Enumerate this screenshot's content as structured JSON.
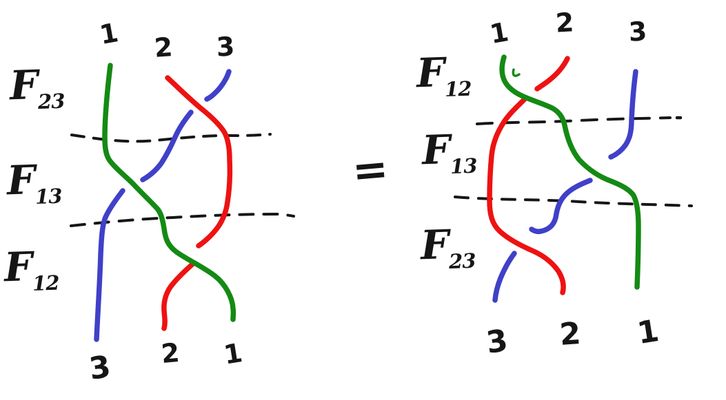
{
  "colors": {
    "background": "#ffffff",
    "ink": "#161616",
    "strand_1_green": "#148a14",
    "strand_2_red": "#ee1212",
    "strand_3_blue": "#4040c9"
  },
  "equals_sign": "=",
  "left_diagram": {
    "top_labels": [
      "1",
      "2",
      "3"
    ],
    "bottom_labels": [
      "3",
      "2",
      "1"
    ],
    "operators": [
      {
        "base": "F",
        "subscript": "23"
      },
      {
        "base": "F",
        "subscript": "13"
      },
      {
        "base": "F",
        "subscript": "12"
      }
    ]
  },
  "right_diagram": {
    "top_labels": [
      "1",
      "2",
      "3"
    ],
    "bottom_labels": [
      "3",
      "2",
      "1"
    ],
    "operators": [
      {
        "base": "F",
        "subscript": "12"
      },
      {
        "base": "F",
        "subscript": "13"
      },
      {
        "base": "F",
        "subscript": "23"
      }
    ]
  }
}
